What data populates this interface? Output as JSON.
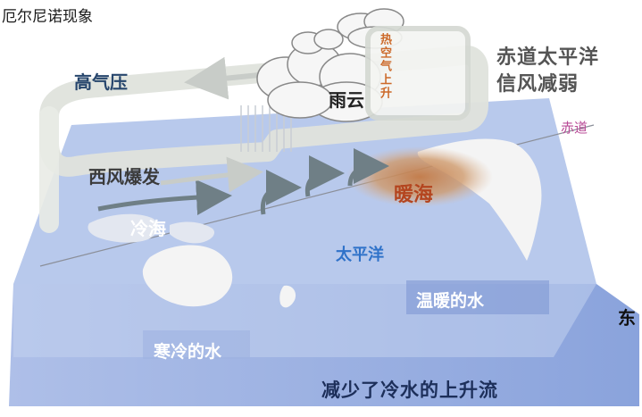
{
  "title": "厄尔尼诺现象",
  "labels": {
    "high_pressure": "高气压",
    "trade_wind_line1": "赤道太平洋",
    "trade_wind_line2": "信风减弱",
    "equator": "赤道",
    "westerly_burst": "西风爆发",
    "rain_cloud": "雨云",
    "hot_air_rises": "热空气上升",
    "warm_sea": "暖海",
    "cold_sea": "冷海",
    "pacific": "太平洋",
    "warm_water": "温暖的水",
    "east": "东",
    "cold_water": "寒冷的水",
    "reduced_upwelling": "减少了冷水的上升流"
  },
  "colors": {
    "ocean_surface": "#b8c9ec",
    "ocean_side": "#8ea8df",
    "land": "#f4f4f4",
    "warm_sea": "#c98a55",
    "circulation_band": "#eef0ec",
    "arrow": "#6f7f86"
  }
}
